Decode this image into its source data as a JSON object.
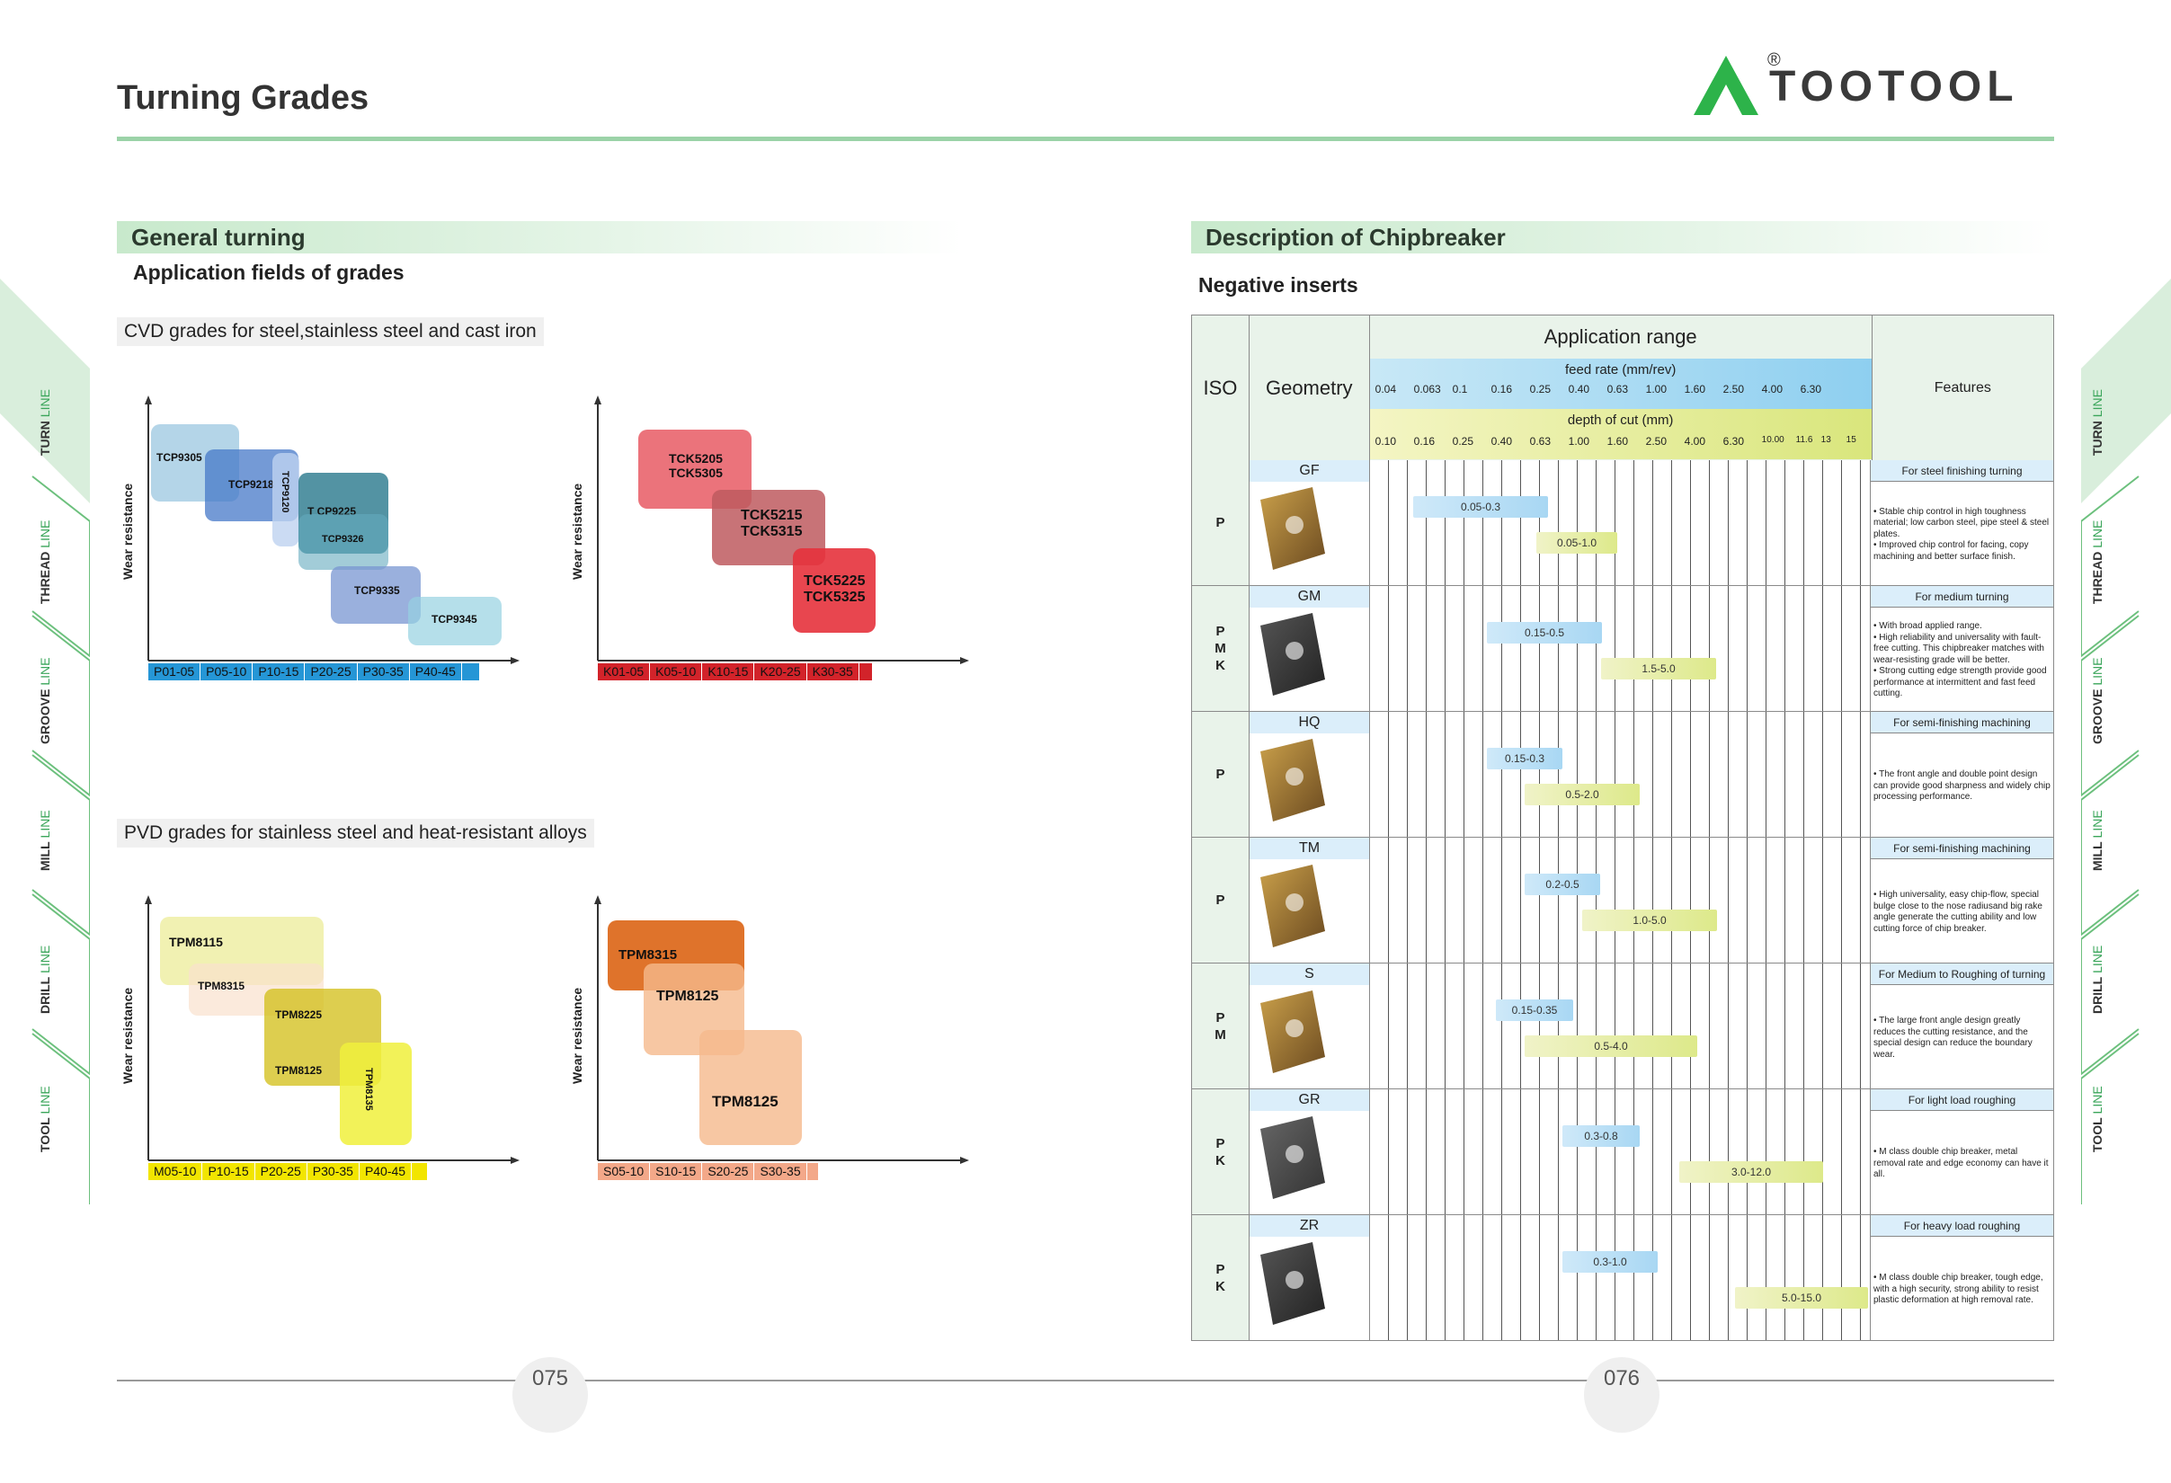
{
  "page": {
    "title": "Turning Grades",
    "logo_text": "TOOTOOL",
    "logo_reg": "®",
    "page_left": "075",
    "page_right": "076"
  },
  "left": {
    "section": "General turning",
    "sub": "Application fields of grades",
    "cvd_title": "CVD grades for steel,stainless steel and cast iron",
    "pvd_title": "PVD grades for stainless steel and heat-resistant alloys",
    "y_label": "Wear resistance",
    "chart1": {
      "x": [
        "P01-05",
        "P05-10",
        "P10-15",
        "P20-25",
        "P30-35",
        "P40-45"
      ],
      "grades": [
        "TCP9305",
        "TCP9218",
        "TCP9120",
        "T CP9225",
        "TCP9326",
        "TCP9335",
        "TCP9345"
      ]
    },
    "chart2": {
      "x": [
        "K01-05",
        "K05-10",
        "K10-15",
        "K20-25",
        "K30-35"
      ],
      "grades": [
        "TCK5205",
        "TCK5305",
        "TCK5215",
        "TCK5315",
        "TCK5225",
        "TCK5325"
      ]
    },
    "chart3": {
      "x": [
        "M05-10",
        "P10-15",
        "P20-25",
        "P30-35",
        "P40-45"
      ],
      "grades": [
        "TPM8115",
        "TPM8315",
        "TPM8225",
        "TPM8125",
        "TPM8135"
      ]
    },
    "chart4": {
      "x": [
        "S05-10",
        "S10-15",
        "S20-25",
        "S30-35"
      ],
      "grades": [
        "TPM8315",
        "TPM8125",
        "TPM8125"
      ]
    }
  },
  "right": {
    "section": "Description of Chipbreaker",
    "sub": "Negative inserts",
    "iso": "ISO",
    "geometry": "Geometry",
    "app": "Application range",
    "features": "Features",
    "feed_label": "feed rate (mm/rev)",
    "feed": [
      "0.04",
      "0.063",
      "0.1",
      "0.16",
      "0.25",
      "0.40",
      "0.63",
      "1.00",
      "1.60",
      "2.50",
      "4.00",
      "6.30"
    ],
    "depth_label": "depth of cut (mm)",
    "depth": [
      "0.10",
      "0.16",
      "0.25",
      "0.40",
      "0.63",
      "1.00",
      "1.60",
      "2.50",
      "4.00",
      "6.30",
      "10.00",
      "11.6",
      "13",
      "15"
    ],
    "rows": [
      {
        "iso": "P",
        "geo": "GF",
        "f": "0.05-0.3",
        "d": "0.05-1.0",
        "ft": "For steel finishing turning",
        "desc": "• Stable chip control in high toughness material; low carbon steel, pipe steel & steel plates.\n• Improved chip control for facing, copy machining and better surface finish."
      },
      {
        "iso": "P\nM\nK",
        "geo": "GM",
        "f": "0.15-0.5",
        "d": "1.5-5.0",
        "ft": "For medium turning",
        "desc": "• With broad applied range.\n• High reliability and universality with fault-free cutting. This chipbreaker matches with wear-resisting grade will be better.\n• Strong cutting edge strength provide good performance at intermittent and fast feed cutting."
      },
      {
        "iso": "P",
        "geo": "HQ",
        "f": "0.15-0.3",
        "d": "0.5-2.0",
        "ft": "For semi-finishing machining",
        "desc": "• The front angle and double point design can provide good sharpness and widely chip processing performance."
      },
      {
        "iso": "P",
        "geo": "TM",
        "f": "0.2-0.5",
        "d": "1.0-5.0",
        "ft": "For semi-finishing machining",
        "desc": "• High universality, easy chip-flow, special bulge close to the nose radiusand big rake angle generate the cutting ability and low cutting force of chip breaker."
      },
      {
        "iso": "P\nM",
        "geo": "S",
        "f": "0.15-0.35",
        "d": "0.5-4.0",
        "ft": "For Medium to Roughing of turning",
        "desc": "• The large front angle design greatly reduces the cutting resistance, and the special design can reduce the boundary wear."
      },
      {
        "iso": "P\nK",
        "geo": "GR",
        "f": "0.3-0.8",
        "d": "3.0-12.0",
        "ft": "For light load roughing",
        "desc": "• M class double chip breaker, metal removal rate and edge economy can have it all."
      },
      {
        "iso": "P\nK",
        "geo": "ZR",
        "f": "0.3-1.0",
        "d": "5.0-15.0",
        "ft": "For heavy load roughing",
        "desc": "• M class double chip breaker, tough edge, with a high security, strong ability to resist plastic deformation at high removal rate."
      }
    ]
  },
  "tabs": [
    {
      "a": "TURN",
      "b": "LINE"
    },
    {
      "a": "THREAD",
      "b": "LINE"
    },
    {
      "a": "GROOVE",
      "b": "LINE"
    },
    {
      "a": "MILL",
      "b": "LINE"
    },
    {
      "a": "DRILL",
      "b": "LINE"
    },
    {
      "a": "TOOL",
      "b": "LINE"
    }
  ]
}
